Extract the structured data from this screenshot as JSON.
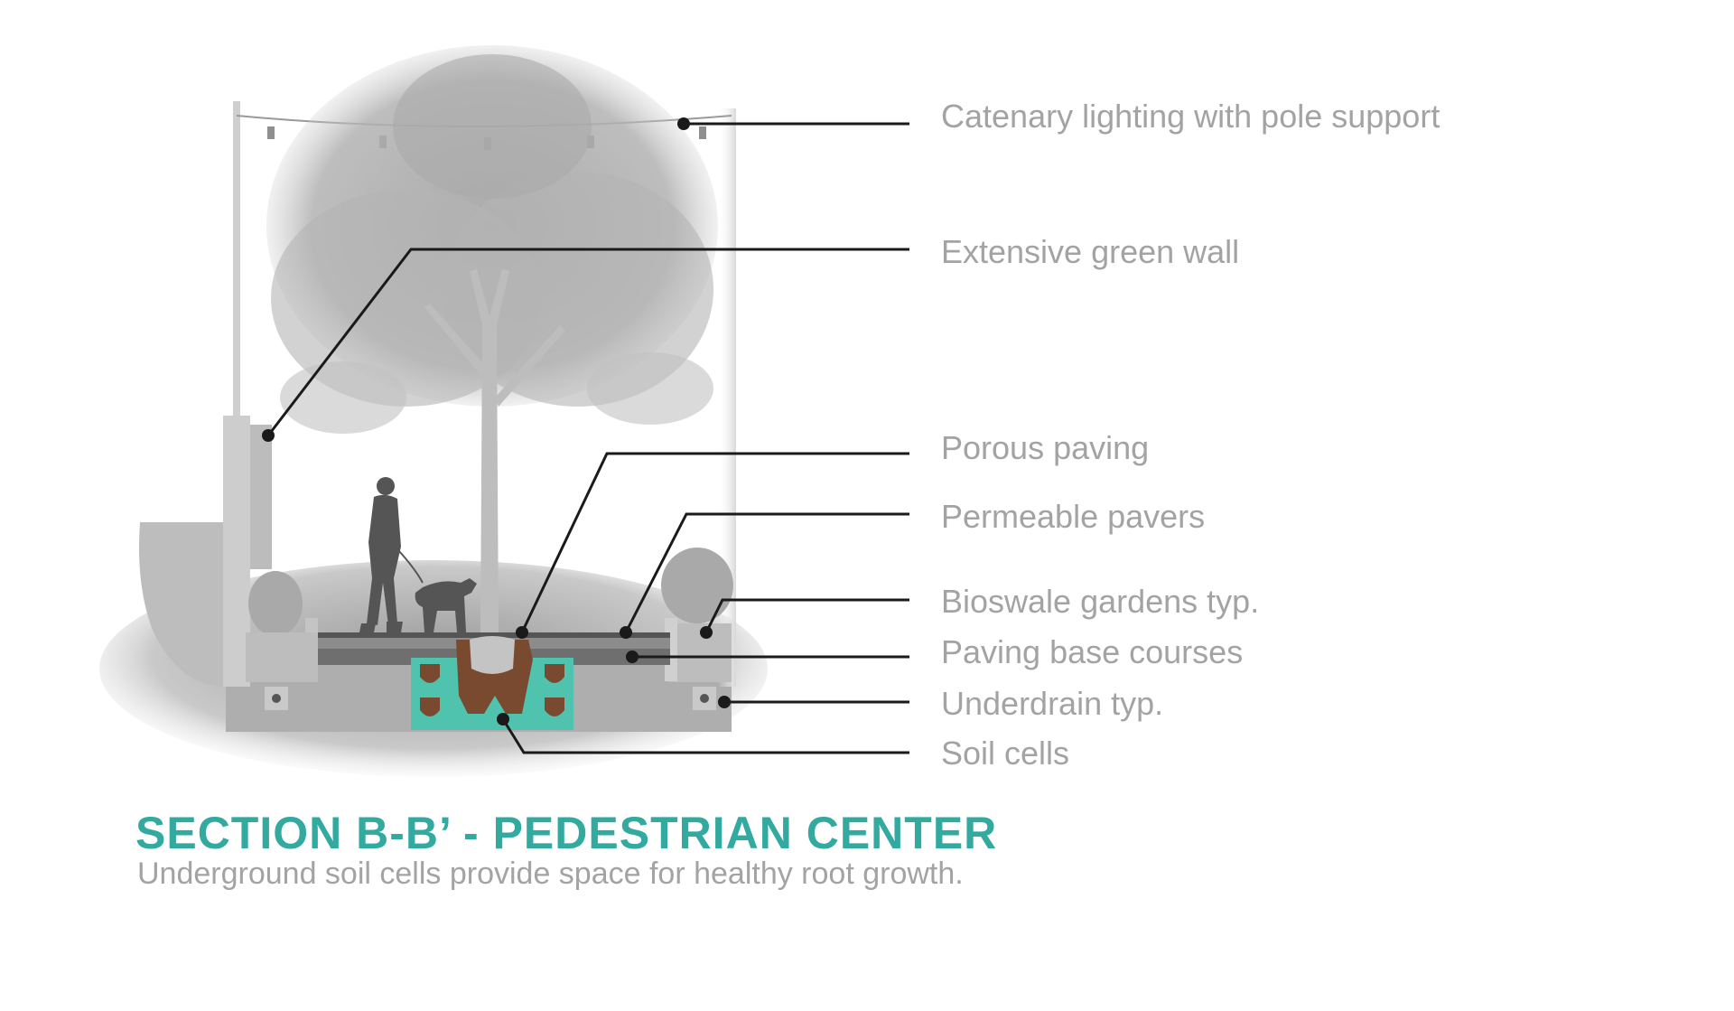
{
  "colors": {
    "accent": "#33aaa0",
    "label_text": "#a3a3a3",
    "leader_line": "#1a1a1a",
    "tree_gray": "#a9a9a9",
    "soil_cell": "#4fc3ad",
    "root_soil": "#7a4a30"
  },
  "callouts": [
    {
      "label": "Catenary lighting with pole support"
    },
    {
      "label": "Extensive green wall"
    },
    {
      "label": "Porous paving"
    },
    {
      "label": "Permeable pavers"
    },
    {
      "label": "Bioswale gardens typ."
    },
    {
      "label": "Paving base courses"
    },
    {
      "label": "Underdrain typ."
    },
    {
      "label": "Soil cells"
    }
  ],
  "section": {
    "title": "SECTION B-B’ - PEDESTRIAN CENTER",
    "caption": "Underground soil cells provide space for healthy root growth."
  },
  "icons": {
    "figure": "pedestrian-walking-dog-icon",
    "vegetation": "tree-silhouette-icon"
  }
}
